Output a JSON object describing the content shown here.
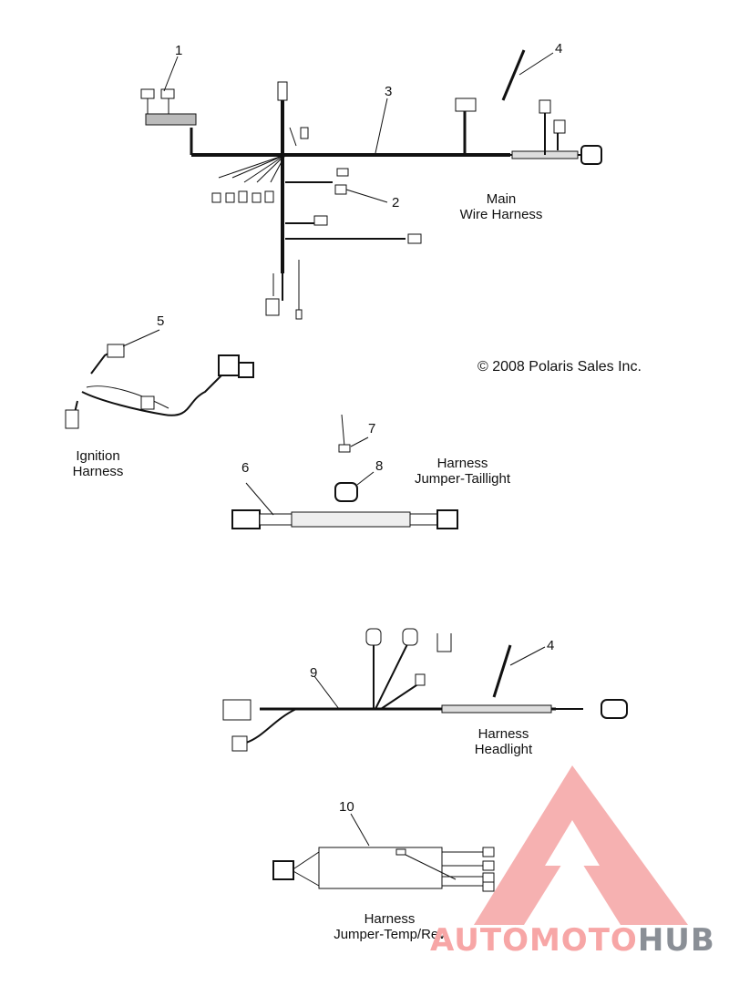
{
  "callouts": [
    "1",
    "2",
    "3",
    "4",
    "5",
    "6",
    "7",
    "8",
    "9",
    "10",
    "4"
  ],
  "titles": {
    "main_line1": "Main",
    "main_line2": "Wire Harness",
    "ignition_line1": "Ignition",
    "ignition_line2": "Harness",
    "taillight_line1": "Harness",
    "taillight_line2": "Jumper-Taillight",
    "headlight_line1": "Harness",
    "headlight_line2": "Headlight",
    "temprev_line1": "Harness",
    "temprev_line2": "Jumper-Temp/Rev"
  },
  "copyright": "© 2008 Polaris Sales Inc.",
  "watermark": {
    "part1": "AUTOMOTO",
    "part2": "HUB",
    "colors": {
      "logo": "#f08080",
      "text1": "#f7a6a6",
      "text2": "#8a8f96"
    }
  }
}
